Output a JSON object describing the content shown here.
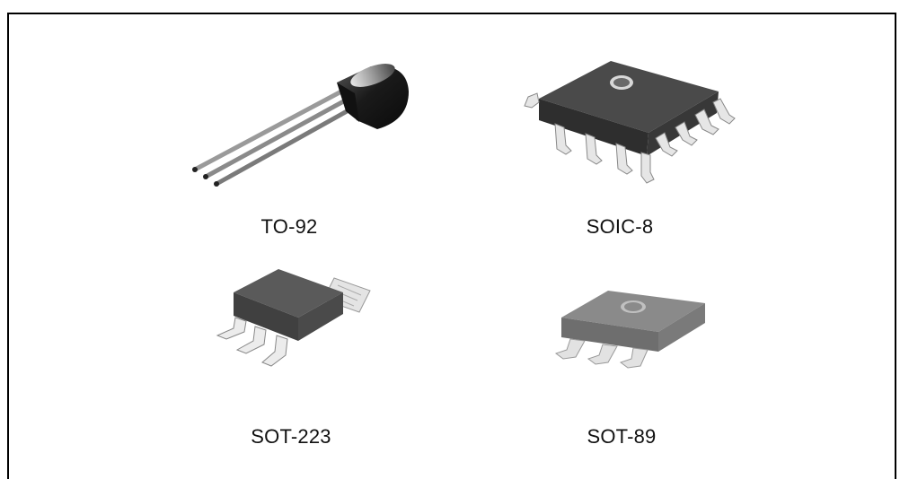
{
  "packages": [
    {
      "id": "to92",
      "label": "TO-92",
      "icon": "to-92-package-icon"
    },
    {
      "id": "soic8",
      "label": "SOIC-8",
      "icon": "soic-8-package-icon"
    },
    {
      "id": "sot223",
      "label": "SOT-223",
      "icon": "sot-223-package-icon"
    },
    {
      "id": "sot89",
      "label": "SOT-89",
      "icon": "sot-89-package-icon"
    }
  ]
}
